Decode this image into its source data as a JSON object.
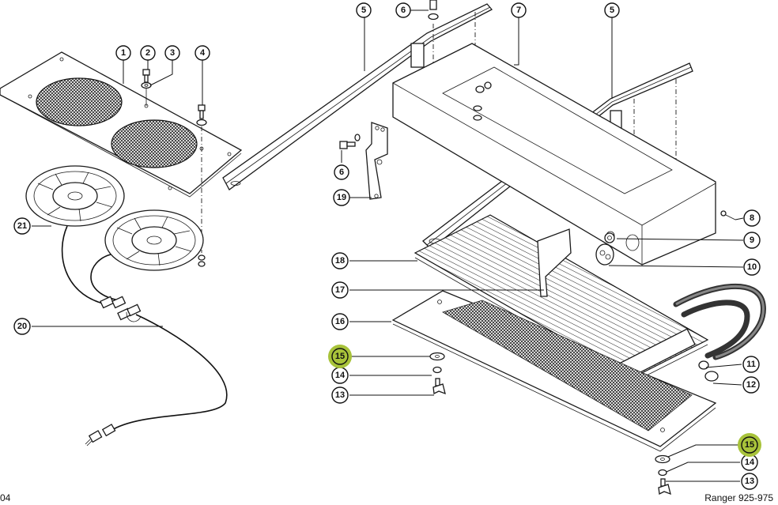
{
  "diagram": {
    "title": "Ranger 925-975",
    "page_fragment": "04",
    "highlight_color": "#a8c33a",
    "callouts": [
      {
        "id": "c1",
        "label": "1"
      },
      {
        "id": "c2",
        "label": "2"
      },
      {
        "id": "c3",
        "label": "3"
      },
      {
        "id": "c4",
        "label": "4"
      },
      {
        "id": "c5a",
        "label": "5"
      },
      {
        "id": "c5b",
        "label": "5"
      },
      {
        "id": "c6a",
        "label": "6"
      },
      {
        "id": "c6b",
        "label": "6"
      },
      {
        "id": "c7",
        "label": "7"
      },
      {
        "id": "c8",
        "label": "8"
      },
      {
        "id": "c9",
        "label": "9"
      },
      {
        "id": "c10",
        "label": "10"
      },
      {
        "id": "c11",
        "label": "11"
      },
      {
        "id": "c12",
        "label": "12"
      },
      {
        "id": "c13a",
        "label": "13"
      },
      {
        "id": "c13b",
        "label": "13"
      },
      {
        "id": "c14a",
        "label": "14"
      },
      {
        "id": "c14b",
        "label": "14"
      },
      {
        "id": "c15a",
        "label": "15",
        "highlighted": true
      },
      {
        "id": "c15b",
        "label": "15",
        "highlighted": true
      },
      {
        "id": "c16",
        "label": "16"
      },
      {
        "id": "c17",
        "label": "17"
      },
      {
        "id": "c18",
        "label": "18"
      },
      {
        "id": "c19",
        "label": "19"
      },
      {
        "id": "c20",
        "label": "20"
      },
      {
        "id": "c21",
        "label": "21"
      }
    ],
    "parts": [
      {
        "name": "fan-cover-plate",
        "callout": "1"
      },
      {
        "name": "bolt",
        "callout": "2"
      },
      {
        "name": "washer",
        "callout": "3"
      },
      {
        "name": "bolt",
        "callout": "4"
      },
      {
        "name": "mounting-rail",
        "callout": "5"
      },
      {
        "name": "bolt",
        "callout": "6"
      },
      {
        "name": "housing",
        "callout": "7"
      },
      {
        "name": "screw",
        "callout": "8"
      },
      {
        "name": "grommet-small",
        "callout": "9"
      },
      {
        "name": "grommet-large",
        "callout": "10"
      },
      {
        "name": "hose",
        "callout": "11"
      },
      {
        "name": "hose",
        "callout": "12"
      },
      {
        "name": "wing-bolt",
        "callout": "13"
      },
      {
        "name": "lock-washer",
        "callout": "14"
      },
      {
        "name": "flat-washer",
        "callout": "15"
      },
      {
        "name": "filter-tray",
        "callout": "16"
      },
      {
        "name": "bracket",
        "callout": "17"
      },
      {
        "name": "condenser",
        "callout": "18"
      },
      {
        "name": "bracket",
        "callout": "19"
      },
      {
        "name": "wiring-harness",
        "callout": "20"
      },
      {
        "name": "fan",
        "callout": "21"
      }
    ]
  }
}
